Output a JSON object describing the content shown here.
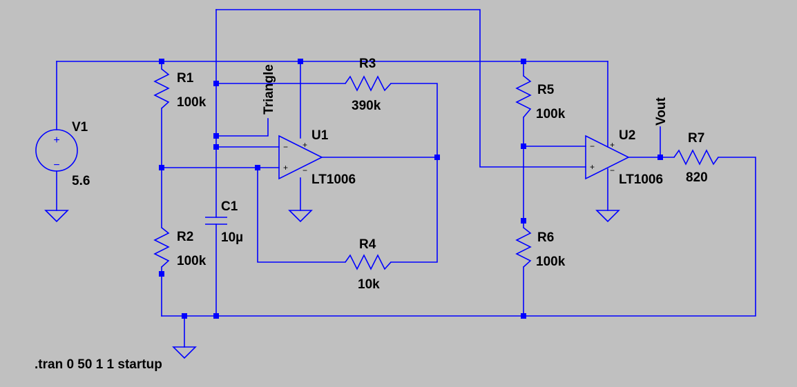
{
  "components": {
    "v1": {
      "ref": "V1",
      "value": "5.6"
    },
    "r1": {
      "ref": "R1",
      "value": "100k"
    },
    "r2": {
      "ref": "R2",
      "value": "100k"
    },
    "r3": {
      "ref": "R3",
      "value": "390k"
    },
    "r4": {
      "ref": "R4",
      "value": "10k"
    },
    "r5": {
      "ref": "R5",
      "value": "100k"
    },
    "r6": {
      "ref": "R6",
      "value": "100k"
    },
    "r7": {
      "ref": "R7",
      "value": "820"
    },
    "c1": {
      "ref": "C1",
      "value": "10µ"
    },
    "u1": {
      "ref": "U1",
      "model": "LT1006"
    },
    "u2": {
      "ref": "U2",
      "model": "LT1006"
    }
  },
  "net_labels": {
    "triangle": "Triangle",
    "vout": "Vout"
  },
  "pin_signs": {
    "plus": "+",
    "minus": "−"
  },
  "directive": ".tran 0 50 1 1 startup",
  "colors": {
    "background": "#c0c0c0",
    "wire": "#0000ff",
    "text": "#000000"
  }
}
